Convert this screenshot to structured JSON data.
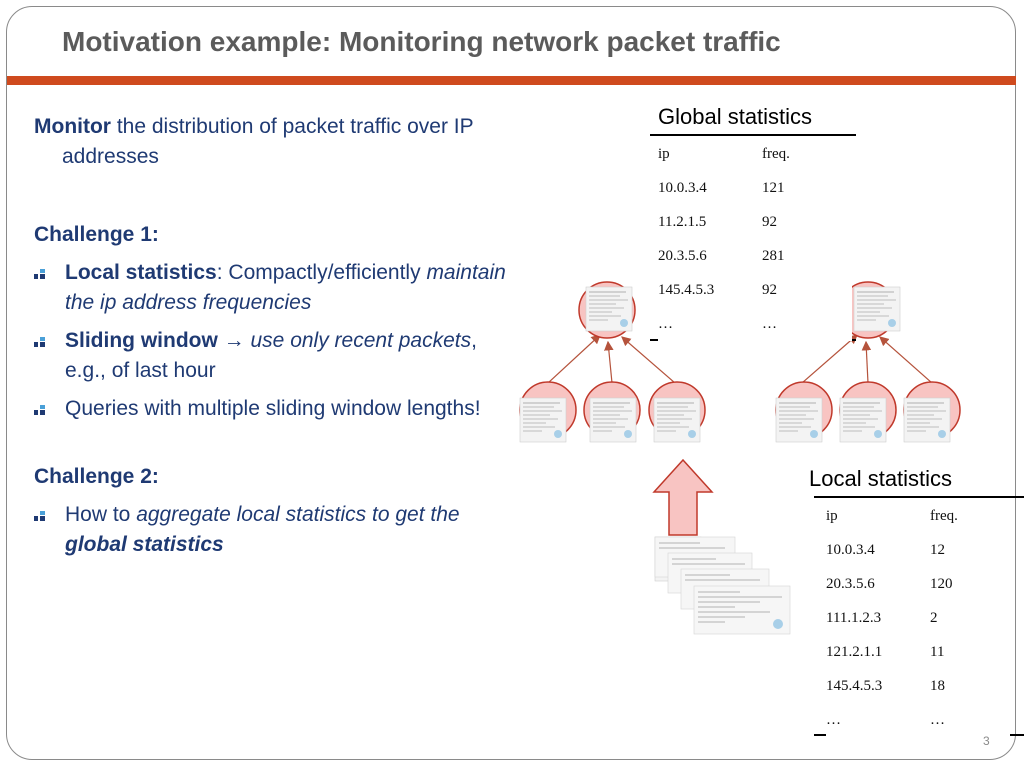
{
  "slide": {
    "title": "Motivation example: Monitoring network packet traffic",
    "page_number": "3"
  },
  "left": {
    "monitor_bold": "Monitor",
    "monitor_rest": " the distribution of packet traffic over IP addresses",
    "challenge1": "Challenge 1:",
    "local_bold": "Local statistics",
    "local_rest": ": Compactly/efficiently ",
    "local_italic": "maintain the ip address frequencies",
    "sliding_bold": "Sliding window",
    "sliding_arrow": " → ",
    "sliding_italic": "use only recent packets",
    "sliding_rest": ", e.g., of last hour",
    "queries": "Queries with multiple sliding window lengths!",
    "challenge2": "Challenge 2:",
    "howto": "How to ",
    "agg_italic": "aggregate local statistics to get the ",
    "agg_bold_italic": "global statistics"
  },
  "global_stats": {
    "title": "Global statistics",
    "headers": [
      "ip",
      "freq."
    ],
    "rows": [
      [
        "10.0.3.4",
        "121"
      ],
      [
        "11.2.1.5",
        "92"
      ],
      [
        "20.3.5.6",
        "281"
      ],
      [
        "145.4.5.3",
        "92"
      ],
      [
        "…",
        "…"
      ]
    ]
  },
  "local_stats": {
    "title": "Local statistics",
    "headers": [
      "ip",
      "freq."
    ],
    "rows": [
      [
        "10.0.3.4",
        "12"
      ],
      [
        "20.3.5.6",
        "120"
      ],
      [
        "111.1.2.3",
        "2"
      ],
      [
        "121.2.1.1",
        "11"
      ],
      [
        "145.4.5.3",
        "18"
      ],
      [
        "…",
        "…"
      ]
    ]
  },
  "colors": {
    "accent_bar": "#cf4a1e",
    "text_blue": "#1f3a73",
    "node_fill": "#f8c4c2",
    "node_stroke": "#c0392b",
    "arrow_fill": "#f8c4c2"
  }
}
